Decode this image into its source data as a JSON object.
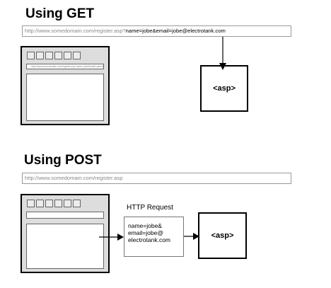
{
  "get": {
    "heading": "Using GET",
    "url_base": "http://www.somedomain.com/register.asp?",
    "url_query": "name=jobe&email=jobe@electrotank.com",
    "browser_url": "http://www.somedomain.com/register.asp?name=jobe&email=jobe@electrotank.com",
    "server_label": "<asp>"
  },
  "post": {
    "heading": "Using POST",
    "url": "http://www.somedomain.com/register.asp",
    "request_label": "HTTP Request",
    "request_lines": [
      "name=jobe&",
      "email=jobe@",
      "electrotank.com"
    ],
    "server_label": "<asp>"
  }
}
